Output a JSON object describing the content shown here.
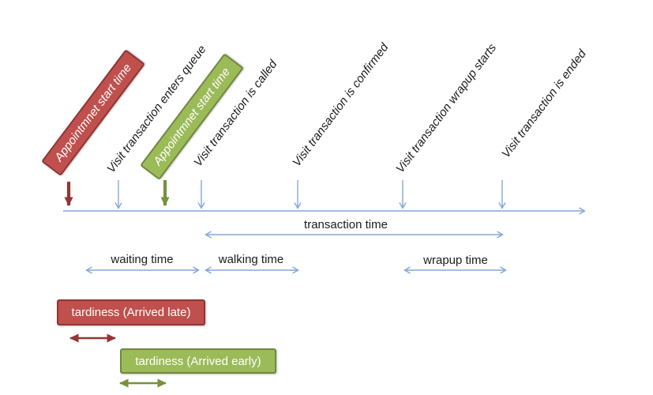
{
  "diagram": {
    "events": [
      {
        "label": "Appointmnet start time"
      },
      {
        "label": "Visit transaction enters queue"
      },
      {
        "label": "Appointmnet start time"
      },
      {
        "label": "Visit transaction is called"
      },
      {
        "label": "Visit transaction is confirmed"
      },
      {
        "label": "Visit transaction wrapup starts"
      },
      {
        "label": "Visit transaction is ended"
      }
    ],
    "durations": [
      {
        "label": "transaction time"
      },
      {
        "label": "waiting time"
      },
      {
        "label": "walking time"
      },
      {
        "label": "wrapup time"
      }
    ],
    "tardiness": [
      {
        "label": "tardiness (Arrived late)"
      },
      {
        "label": "tardiness (Arrived early)"
      }
    ],
    "colors": {
      "timeline_blue": "#84a7d5",
      "red_fill": "#c0504d",
      "red_dark": "#943634",
      "green_fill": "#9bbb59",
      "green_dark": "#76923c",
      "text": "#1b1b1b"
    }
  }
}
